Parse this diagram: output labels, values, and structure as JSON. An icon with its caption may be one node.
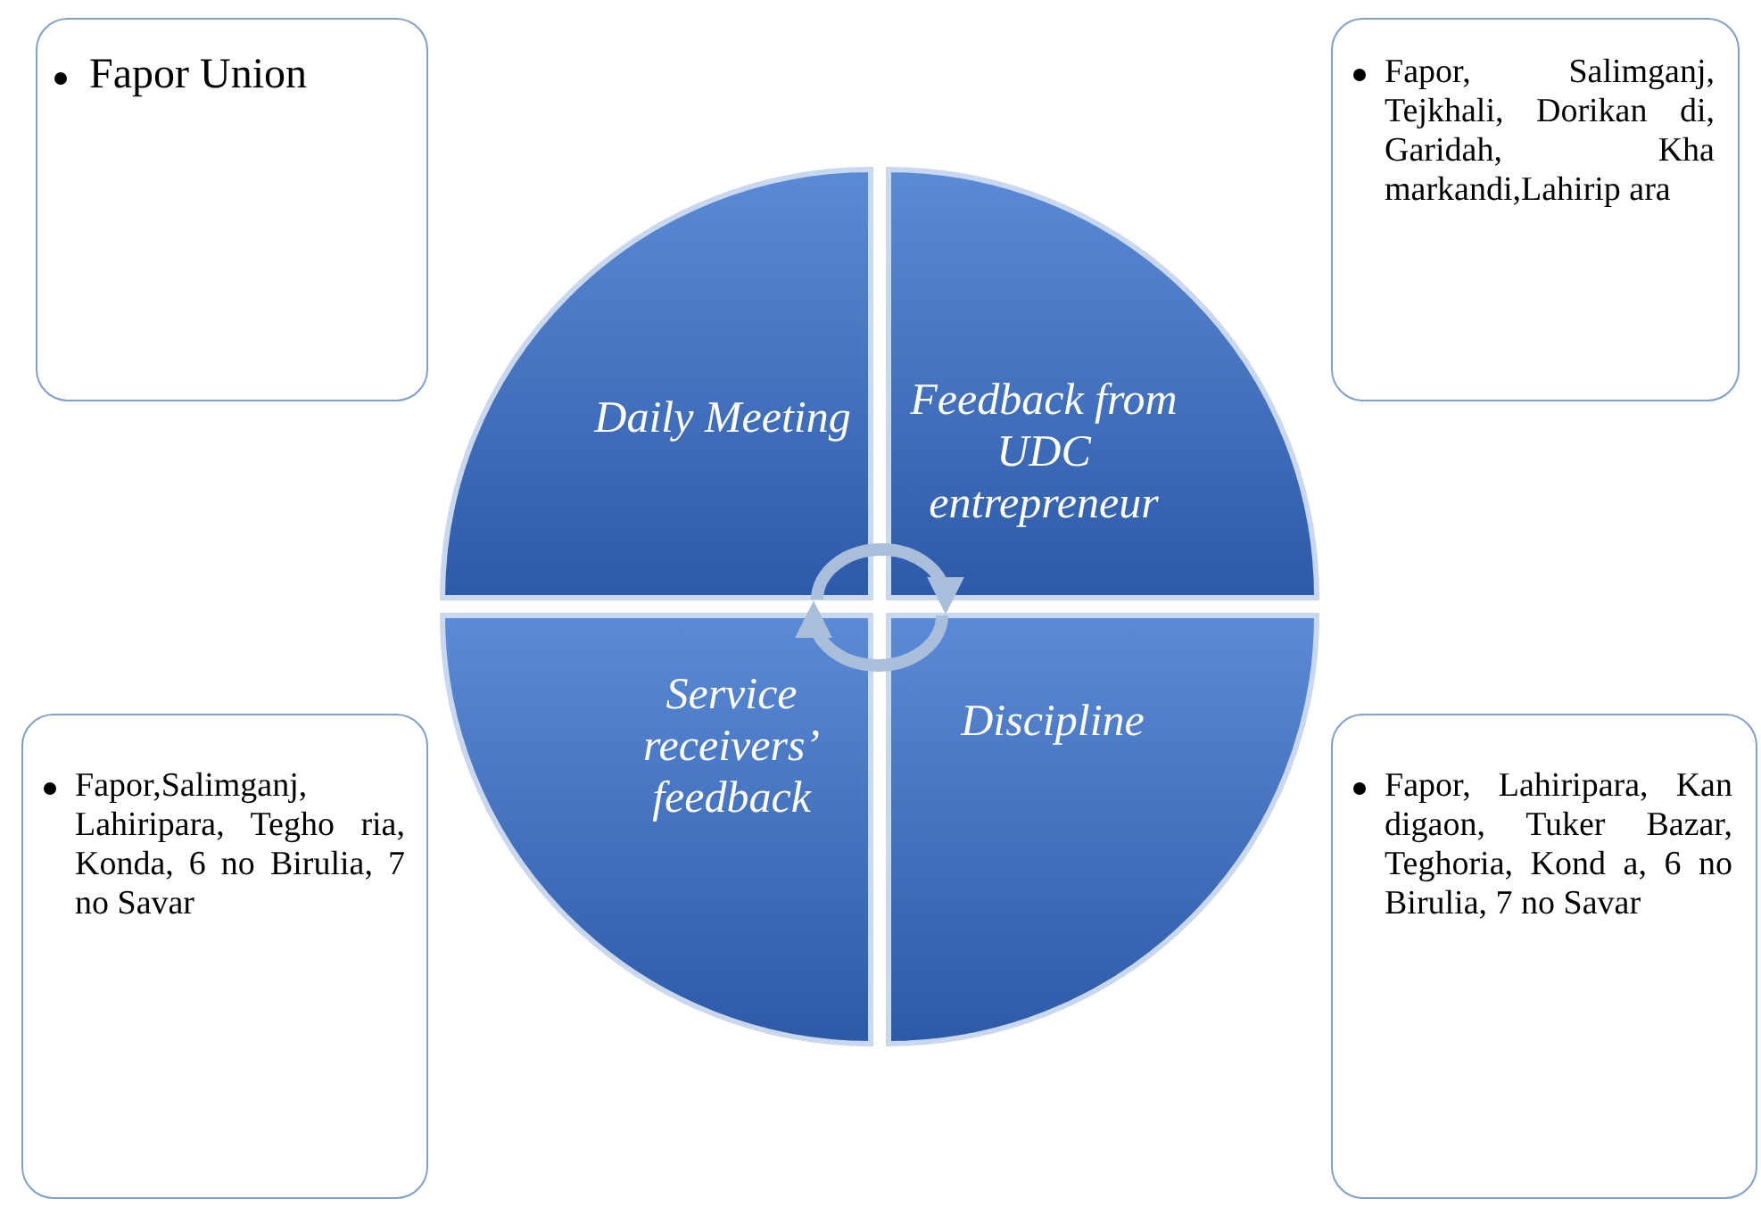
{
  "diagram": {
    "nodes": [
      {
        "text": [
          "Fapor Union"
        ]
      },
      {
        "text": [
          "Fapor, Salimganj, Tejkhali, Dorikan di, Garidah, Kha markandi,Lahirip ara"
        ]
      },
      {
        "text": [
          "Daily Meeting"
        ]
      },
      {
        "text": [
          "Feedback from UDC entrepreneur"
        ]
      },
      {
        "text": [
          "Service receivers’ feedback"
        ]
      },
      {
        "text": [
          "Discipline"
        ]
      },
      {
        "text": [
          "Fapor,Salimganj, Lahiripara, Tegho ria, Konda, 6 no Birulia, 7 no Savar"
        ]
      },
      {
        "text": [
          "Fapor, Lahiripara, Kan digaon, Tuker Bazar, Teghoria, Kond a, 6 no Birulia, 7 no Savar"
        ]
      }
    ],
    "edges": [
      {
        "from": 2,
        "to": 3,
        "arrow": "to"
      },
      {
        "from": 5,
        "to": 4,
        "arrow": "to"
      }
    ]
  }
}
